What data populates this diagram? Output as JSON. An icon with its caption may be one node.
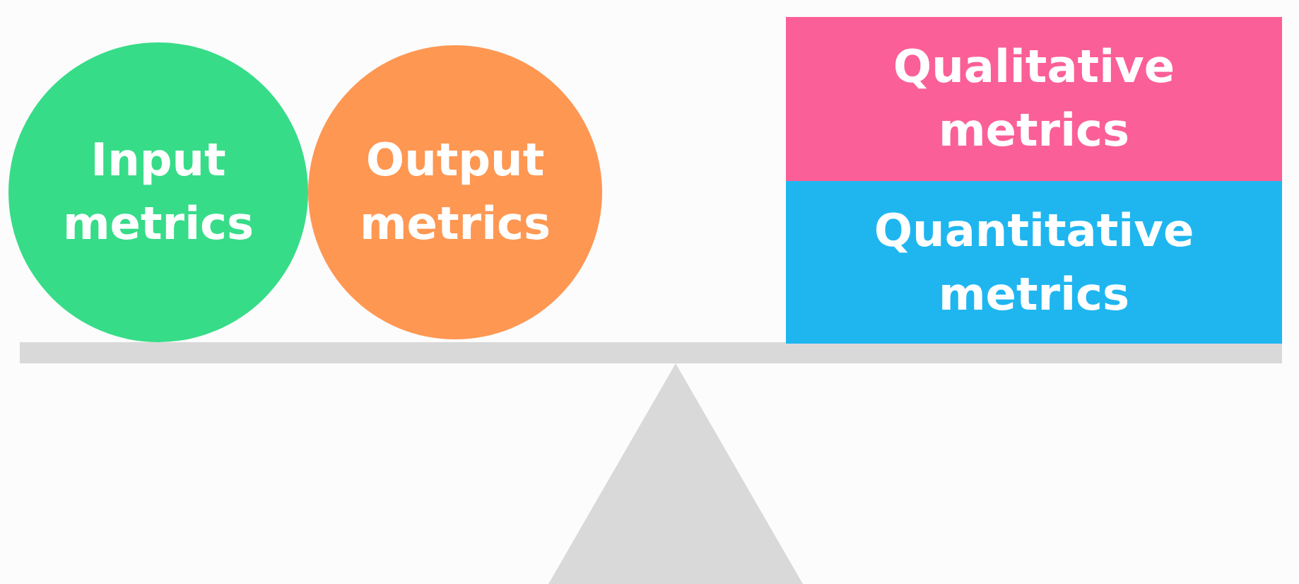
{
  "diagram": {
    "nodes": [
      {
        "text": [
          "Input metrics"
        ]
      },
      {
        "text": [
          "Output metrics"
        ]
      },
      {
        "text": [
          "Qualitative metrics"
        ]
      },
      {
        "text": [
          "Quantitative metrics"
        ]
      }
    ]
  }
}
